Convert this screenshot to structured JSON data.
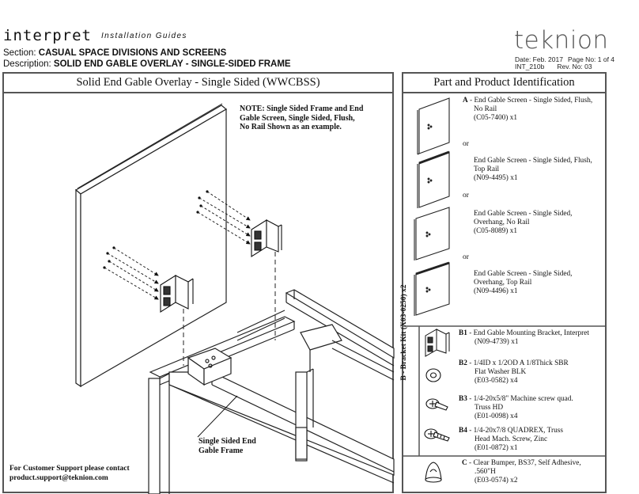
{
  "header": {
    "product": "interpret",
    "guide": "Installation Guides",
    "section_key": "Section:",
    "section_value": "CASUAL SPACE DIVISIONS AND SCREENS",
    "description_key": "Description:",
    "description_value": "SOLID END GABLE OVERLAY - SINGLE-SIDED FRAME",
    "brand": "teknion",
    "date": "Date: Feb. 2017",
    "page": "Page No: 1 of 4",
    "doc_id": "INT_210b",
    "rev": "Rev. No: 03"
  },
  "left_panel": {
    "title": "Solid End Gable Overlay - Single Sided (WWCBSS)",
    "note_lines": [
      "NOTE: Single Sided Frame and End",
      "Gable Screen, Single Sided, Flush,",
      "No Rail Shown as an example."
    ],
    "frame_label_lines": [
      "Single Sided End",
      "Gable Frame"
    ],
    "support_lines": [
      "For Customer Support please contact",
      "product.support@teknion.com"
    ]
  },
  "right_panel": {
    "title": "Part and Product Identification",
    "or": "or",
    "kit_label": "B - Bracket Kit (X03-0250) x2",
    "parts": [
      {
        "code": "A",
        "lines": [
          "- End Gable Screen - Single Sided, Flush,",
          "No Rail",
          "(C05-7400) x1"
        ]
      },
      {
        "code": "",
        "lines": [
          "End Gable Screen - Single Sided, Flush,",
          "Top Rail",
          "(N09-4495) x1"
        ]
      },
      {
        "code": "",
        "lines": [
          "End Gable Screen - Single Sided,",
          "Overhang, No Rail",
          "(C05-8089) x1"
        ]
      },
      {
        "code": "",
        "lines": [
          "End Gable Screen - Single Sided,",
          "Overhang, Top Rail",
          "(N09-4496) x1"
        ]
      },
      {
        "code": "B1",
        "lines": [
          "- End Gable Mounting Bracket, Interpret",
          "(N09-4739) x1"
        ]
      },
      {
        "code": "B2",
        "lines": [
          "- 1/4ID x 1/2OD A 1/8Thick SBR",
          "Flat Washer BLK",
          "(E03-0582) x4"
        ]
      },
      {
        "code": "B3",
        "lines": [
          "- 1/4-20x5/8\" Machine screw quad.",
          "Truss HD",
          "(E01-0098) x4"
        ]
      },
      {
        "code": "B4",
        "lines": [
          "- 1/4-20x7/8 QUADREX, Truss",
          "Head Mach. Screw, Zinc",
          "(E01-0872) x1"
        ]
      },
      {
        "code": "C",
        "lines": [
          "- Clear Bumper, BS37, Self Adhesive,",
          ".560\"H",
          "(E03-0574) x2"
        ]
      }
    ]
  }
}
